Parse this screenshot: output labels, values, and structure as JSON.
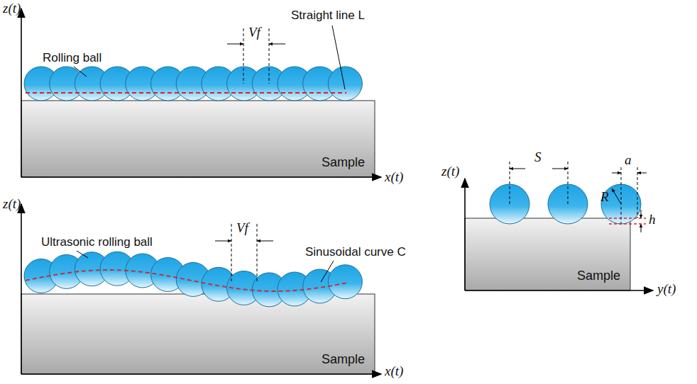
{
  "diagram": {
    "nodes": [
      {
        "text": [
          "Sample"
        ]
      },
      {
        "text": [
          "Sample"
        ]
      },
      {
        "text": [
          "Sample"
        ]
      }
    ],
    "labels": [
      "z(t)",
      "Rolling ball",
      "Vf",
      "Straight line L",
      "x(t)",
      "z(t)",
      "Ultrasonic rolling ball",
      "Vf",
      "Sinusoidal curve C",
      "x(t)",
      "z(t)",
      "S",
      "a",
      "R",
      "h",
      "y(t)"
    ]
  }
}
